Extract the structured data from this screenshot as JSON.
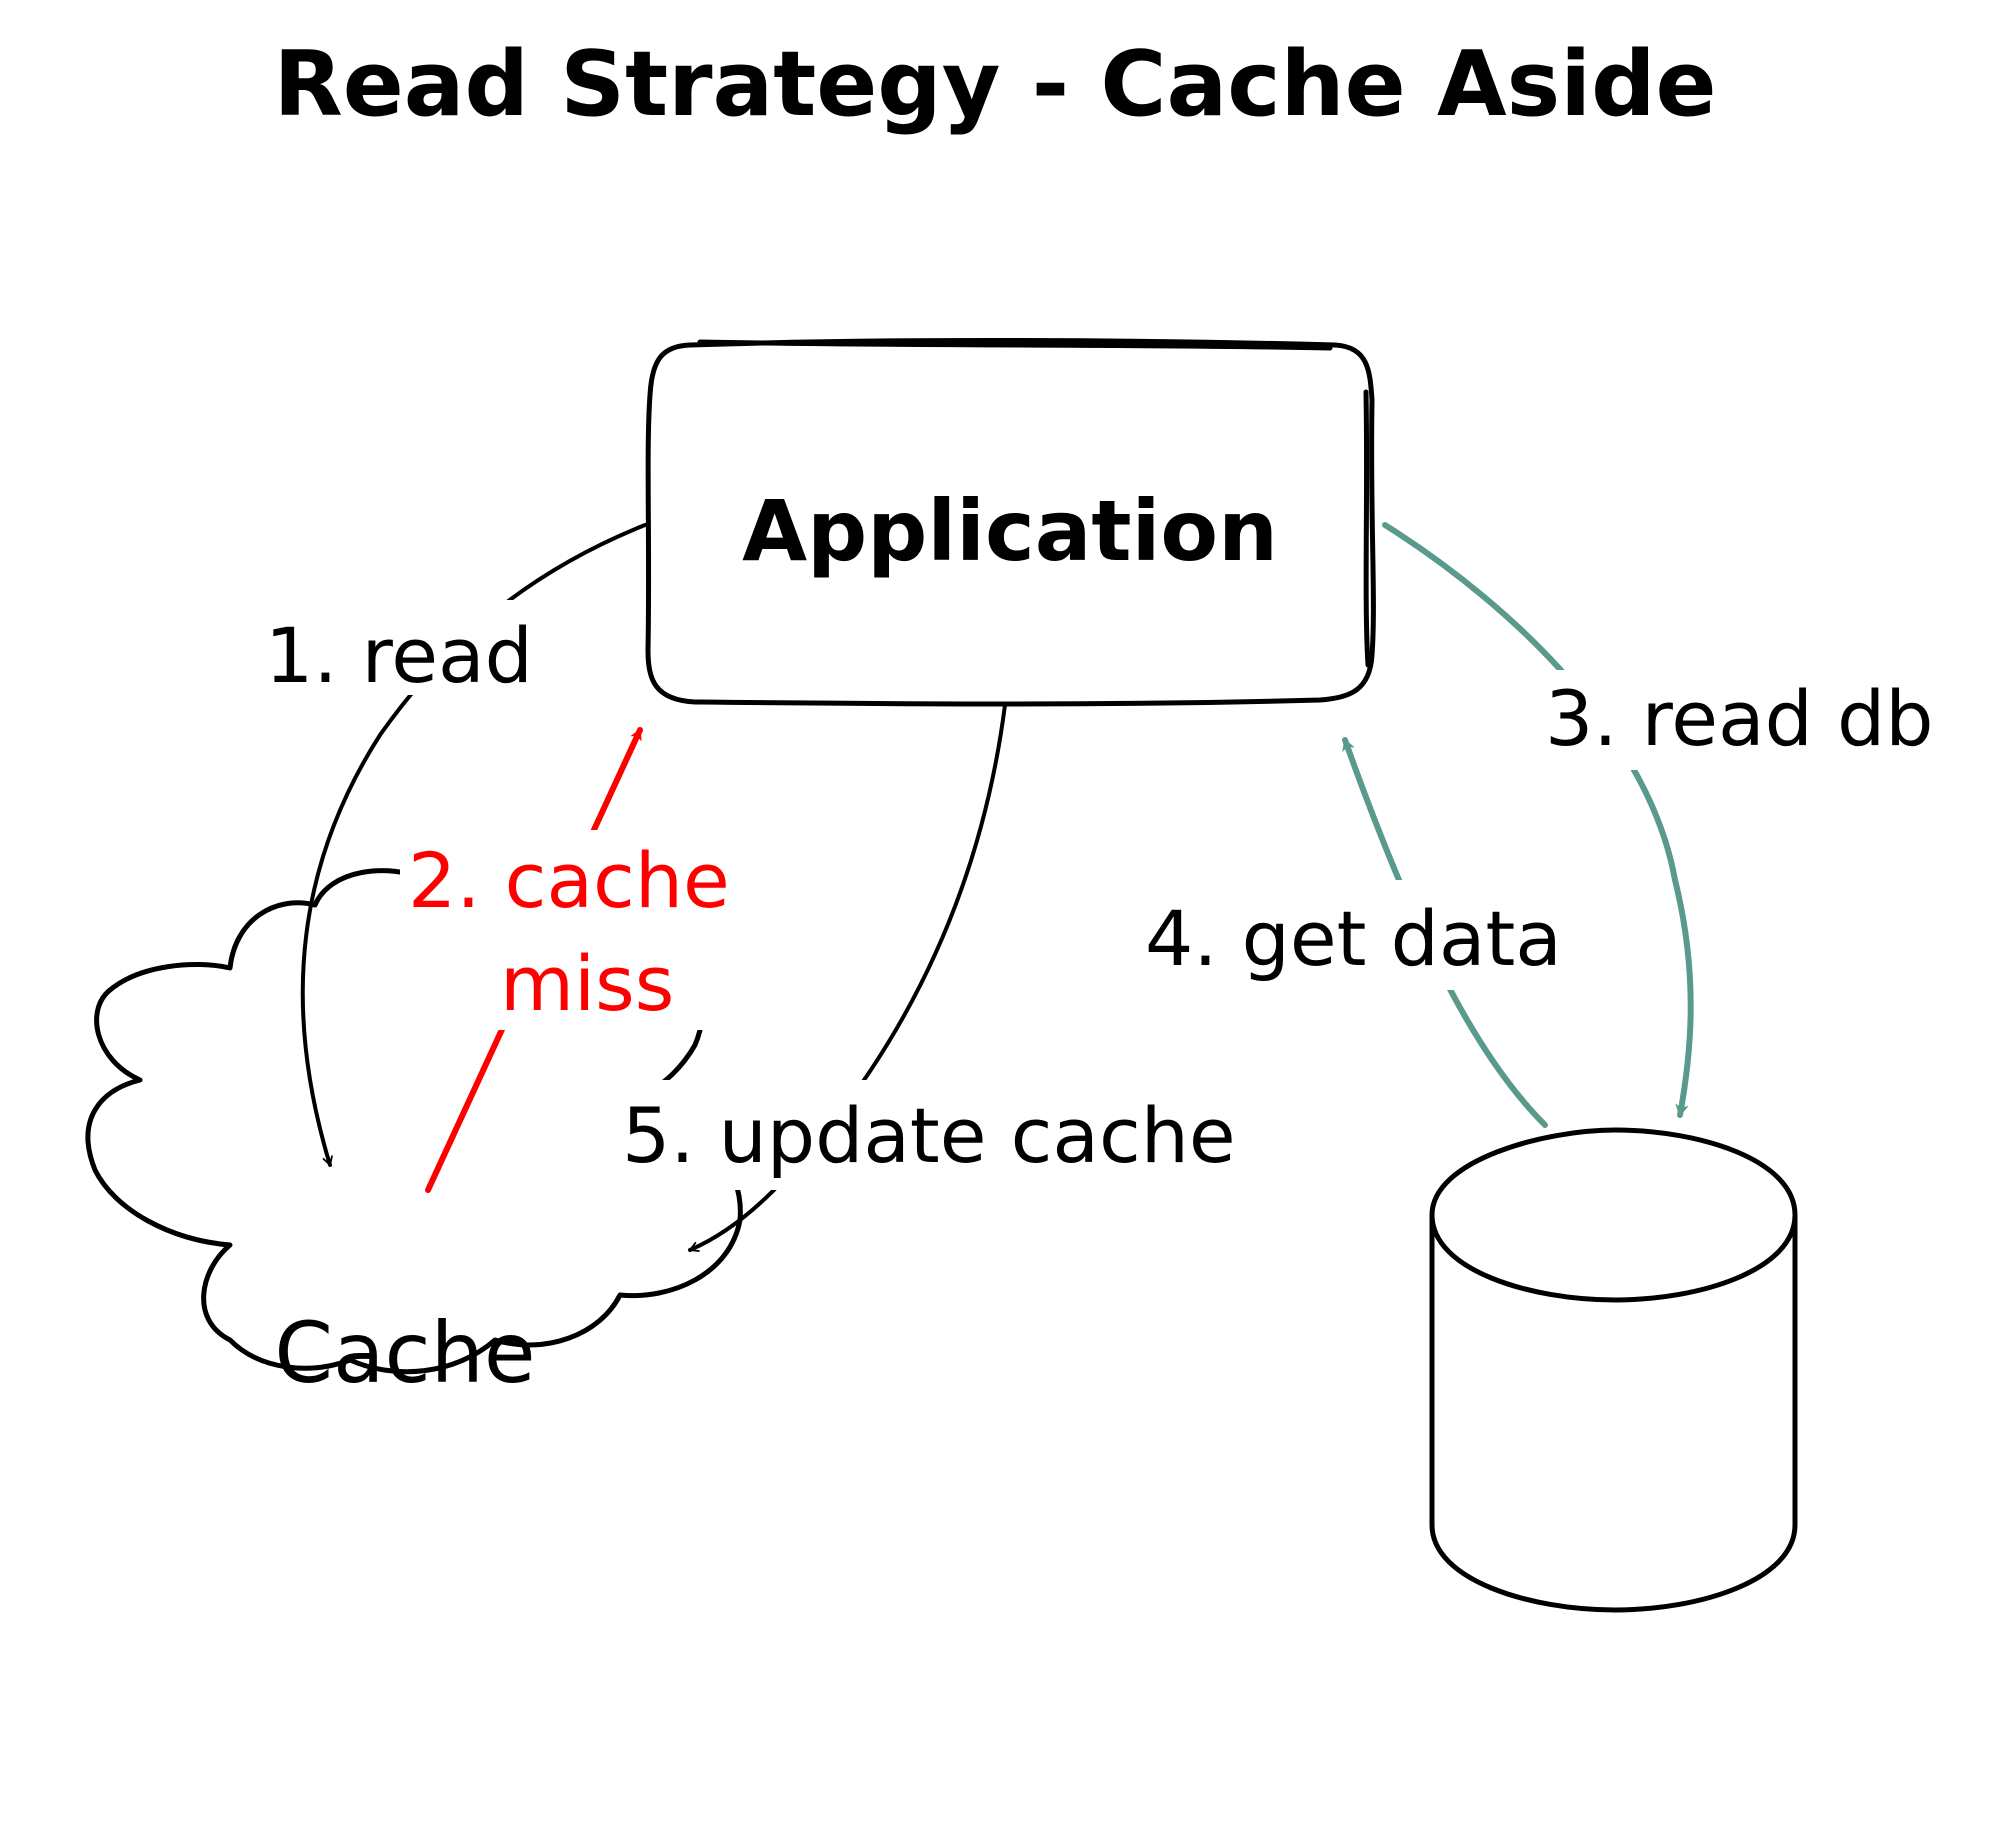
{
  "title": "Read Strategy - Cache Aside",
  "nodes": {
    "application": "Application",
    "cache": "Cache"
  },
  "steps": {
    "read": "1. read",
    "cache_miss_line1": "2. cache",
    "cache_miss_line2": "miss",
    "read_db": "3. read db",
    "get_data": "4. get data",
    "update_cache": "5. update cache"
  },
  "colors": {
    "ink": "#000000",
    "miss": "#ff0000",
    "database_flow": "#5a9a8d",
    "background": "#ffffff"
  }
}
